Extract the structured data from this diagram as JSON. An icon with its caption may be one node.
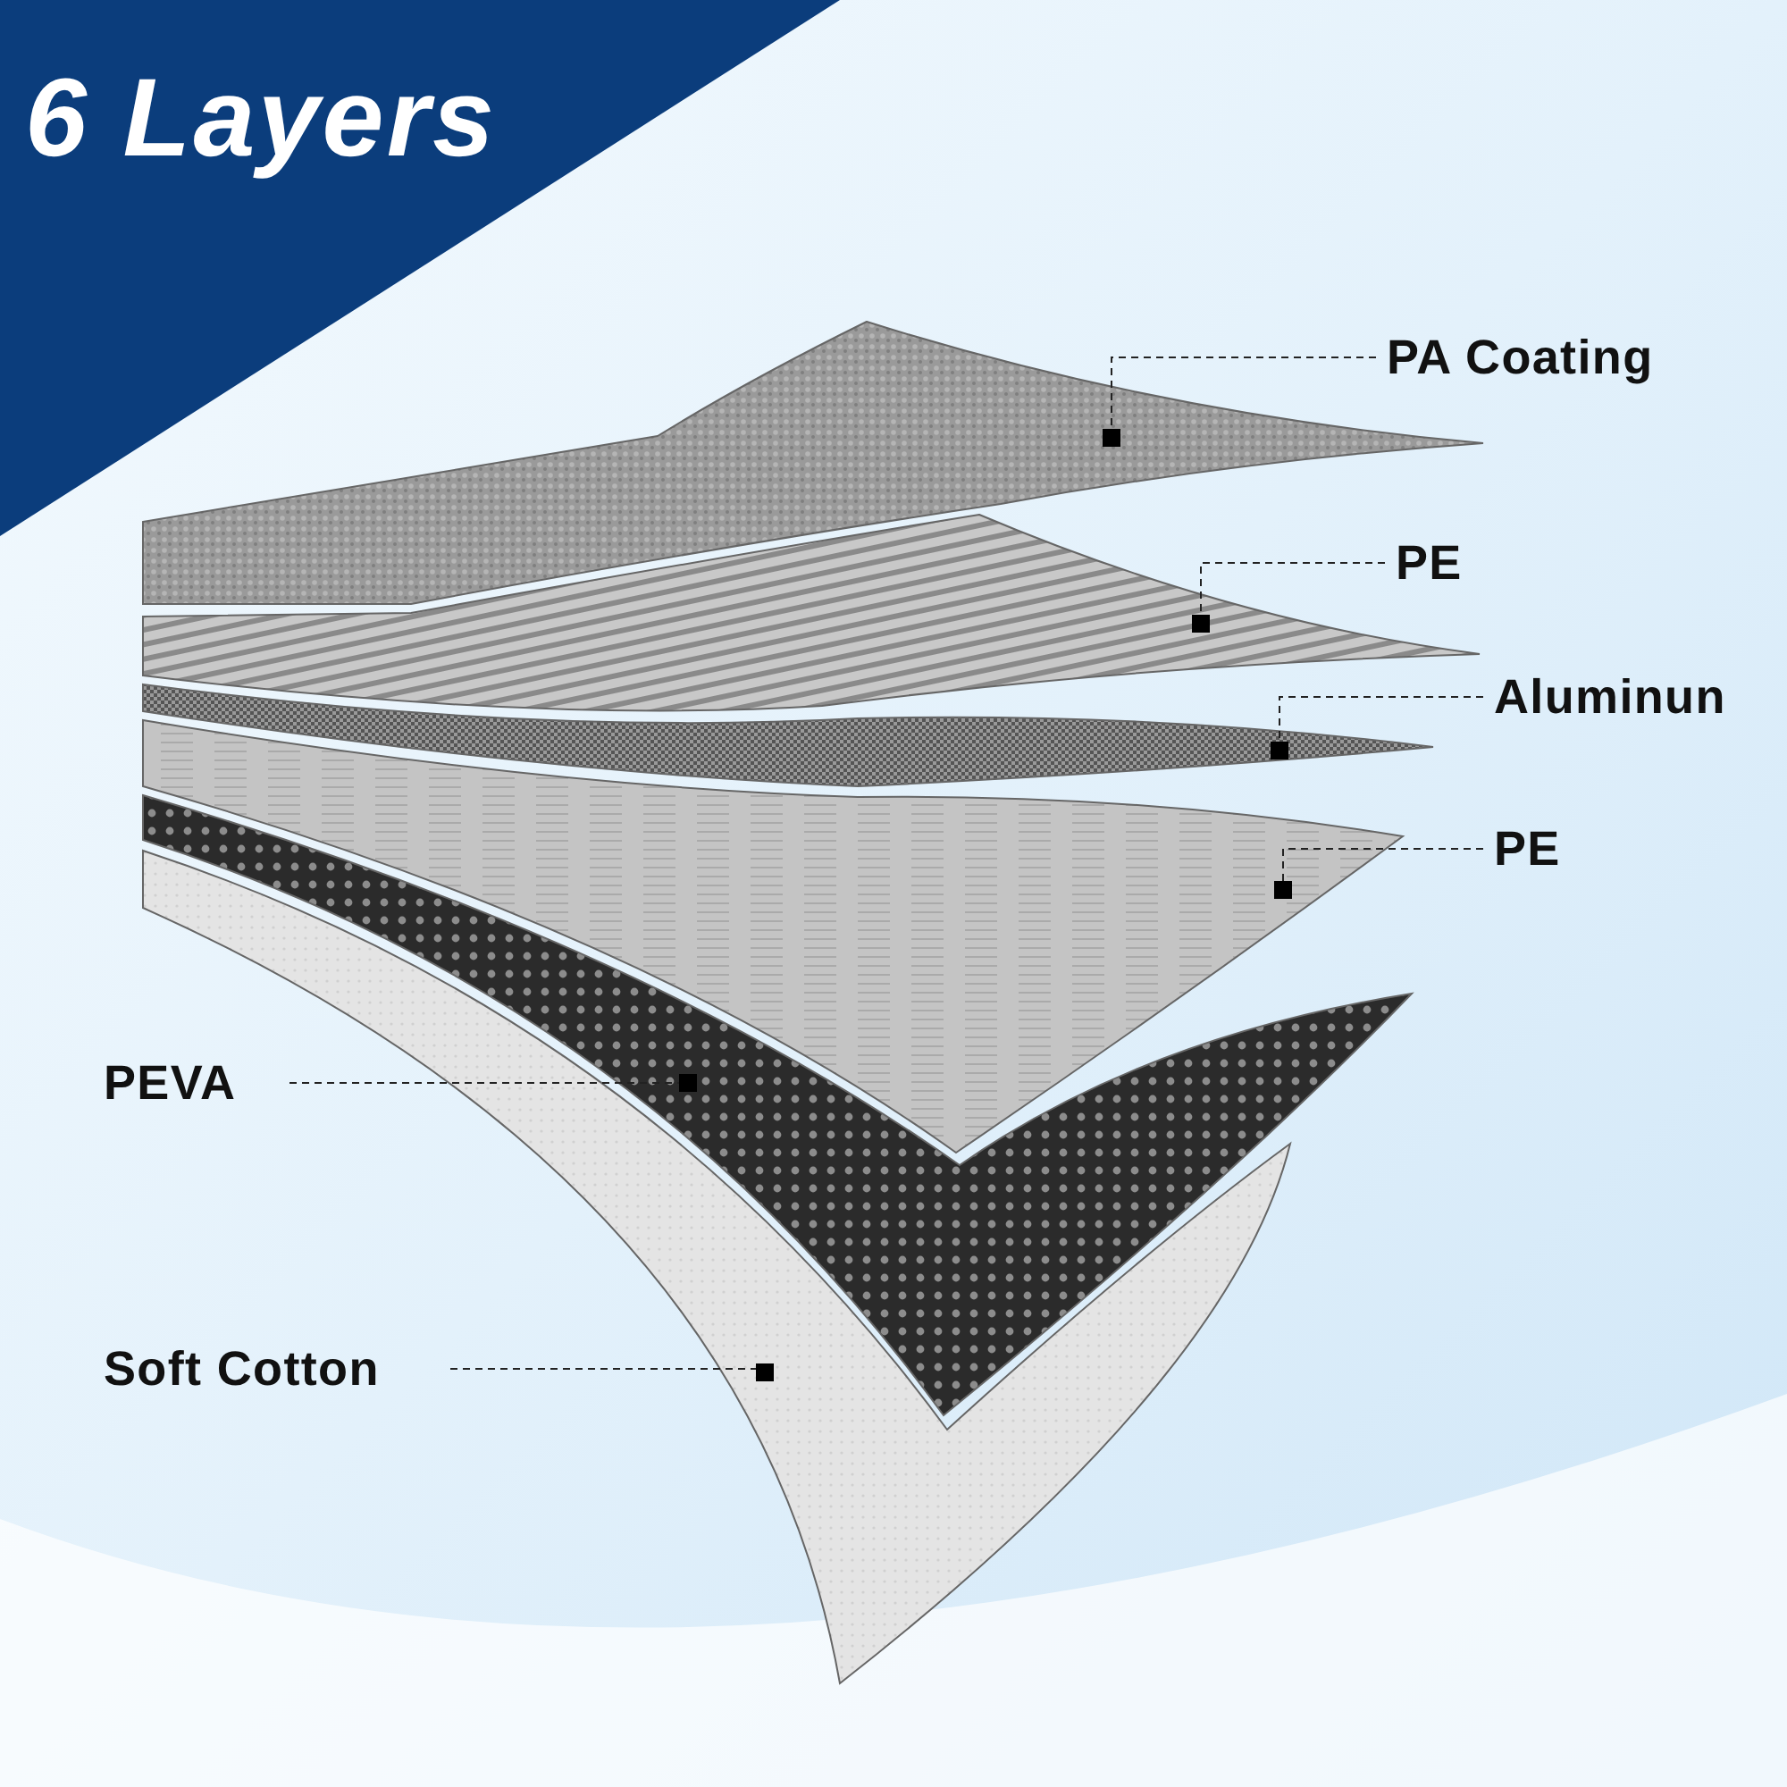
{
  "diagram": {
    "title": "6 Layers",
    "nodes": [
      {
        "text": [
          "PA Coating"
        ]
      },
      {
        "text": [],
        "shape": "picture"
      },
      {
        "text": [
          "PE"
        ]
      },
      {
        "text": [],
        "shape": "picture"
      },
      {
        "text": [
          "Aluminun"
        ]
      },
      {
        "text": [],
        "shape": "picture"
      },
      {
        "text": [
          "PE"
        ]
      },
      {
        "text": [],
        "shape": "picture"
      },
      {
        "text": [
          "PEVA"
        ]
      },
      {
        "text": [],
        "shape": "picture"
      },
      {
        "text": [
          "Soft Cotton"
        ]
      },
      {
        "text": [],
        "shape": "picture"
      }
    ],
    "edges": [
      {
        "from": 0,
        "to": 1,
        "arrow": "other",
        "style": "dashed"
      },
      {
        "from": 2,
        "to": 3,
        "arrow": "other",
        "style": "dashed"
      },
      {
        "from": 4,
        "to": 5,
        "arrow": "other",
        "style": "dashed"
      },
      {
        "from": 6,
        "to": 7,
        "arrow": "other",
        "style": "dashed"
      },
      {
        "from": 8,
        "to": 9,
        "arrow": "other",
        "style": "dashed"
      },
      {
        "from": 10,
        "to": 11,
        "arrow": "other",
        "style": "dashed"
      }
    ]
  }
}
